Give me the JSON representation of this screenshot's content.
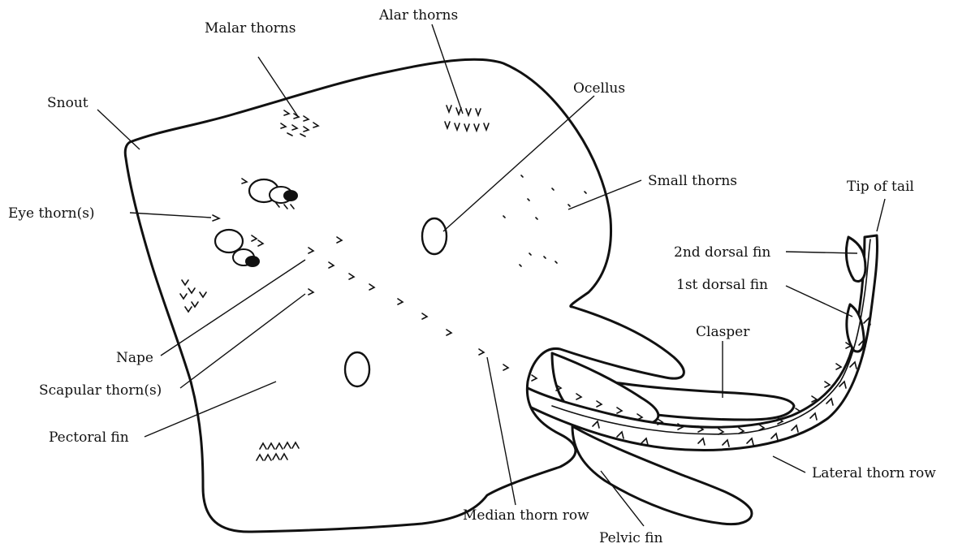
{
  "labels": {
    "malar_thorns": "Malar thorns",
    "alar_thorns": "Alar thorns",
    "snout": "Snout",
    "ocellus": "Ocellus",
    "small_thorns": "Small thorns",
    "tip_of_tail": "Tip of tail",
    "eye_thorns": "Eye thorn(s)",
    "second_dorsal_fin": "2nd dorsal fin",
    "first_dorsal_fin": "1st dorsal fin",
    "clasper": "Clasper",
    "nape": "Nape",
    "scapular_thorns": "Scapular thorn(s)",
    "pectoral_fin": "Pectoral fin",
    "lateral_thorn_row": "Lateral thorn row",
    "median_thorn_row": "Median thorn row",
    "pelvic_fin": "Pelvic fin"
  }
}
